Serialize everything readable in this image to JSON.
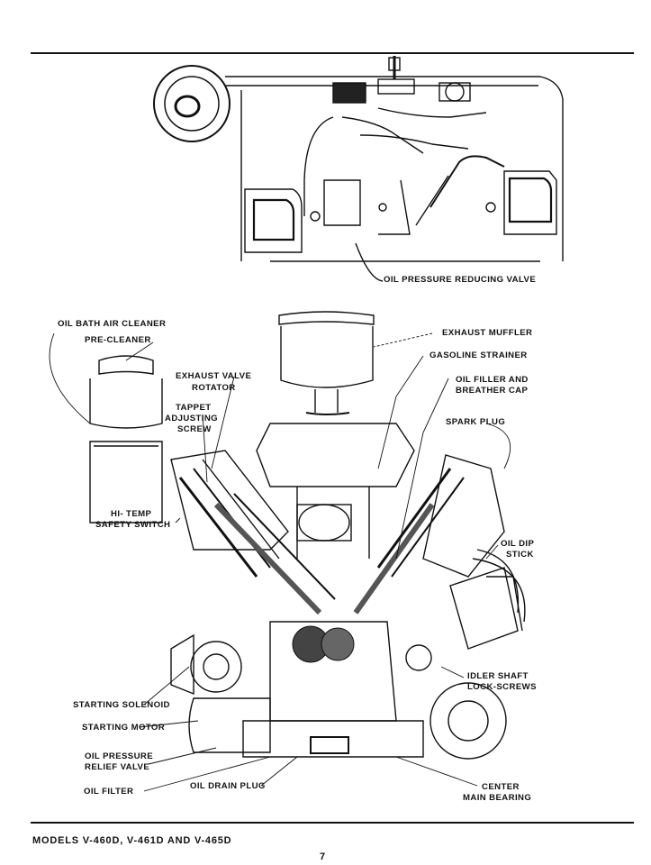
{
  "top_figure": {
    "labels": {
      "oil_pressure_reducing_valve": "OIL PRESSURE REDUCING VALVE"
    }
  },
  "main_figure": {
    "labels": {
      "oil_bath_air_cleaner": "OIL BATH AIR CLEANER",
      "pre_cleaner": "PRE-CLEANER",
      "exhaust_valve_rotator_1": "EXHAUST VALVE",
      "exhaust_valve_rotator_2": "ROTATOR",
      "tappet_adjusting_screw_1": "TAPPET",
      "tappet_adjusting_screw_2": "ADJUSTING",
      "tappet_adjusting_screw_3": "SCREW",
      "hi_temp_safety_switch_1": "HI- TEMP",
      "hi_temp_safety_switch_2": "SAFETY SWITCH",
      "exhaust_muffler": "EXHAUST MUFFLER",
      "gasoline_strainer": "GASOLINE STRAINER",
      "oil_filler_breather_cap_1": "OIL FILLER AND",
      "oil_filler_breather_cap_2": "BREATHER CAP",
      "spark_plug": "SPARK PLUG",
      "oil_dip_stick_1": "OIL DIP",
      "oil_dip_stick_2": "STICK",
      "idler_shaft_lock_screws_1": "IDLER SHAFT",
      "idler_shaft_lock_screws_2": "LOCK-SCREWS",
      "starting_solenoid": "STARTING SOLENOID",
      "starting_motor": "STARTING MOTOR",
      "oil_pressure_relief_valve_1": "OIL PRESSURE",
      "oil_pressure_relief_valve_2": "RELIEF VALVE",
      "oil_filter": "OIL FILTER",
      "oil_drain_plug": "OIL DRAIN PLUG",
      "center_main_bearing_1": "CENTER",
      "center_main_bearing_2": "MAIN BEARING"
    }
  },
  "footer": {
    "models_title": "MODELS V-460D, V-461D AND V-465D",
    "page_number": "7"
  }
}
